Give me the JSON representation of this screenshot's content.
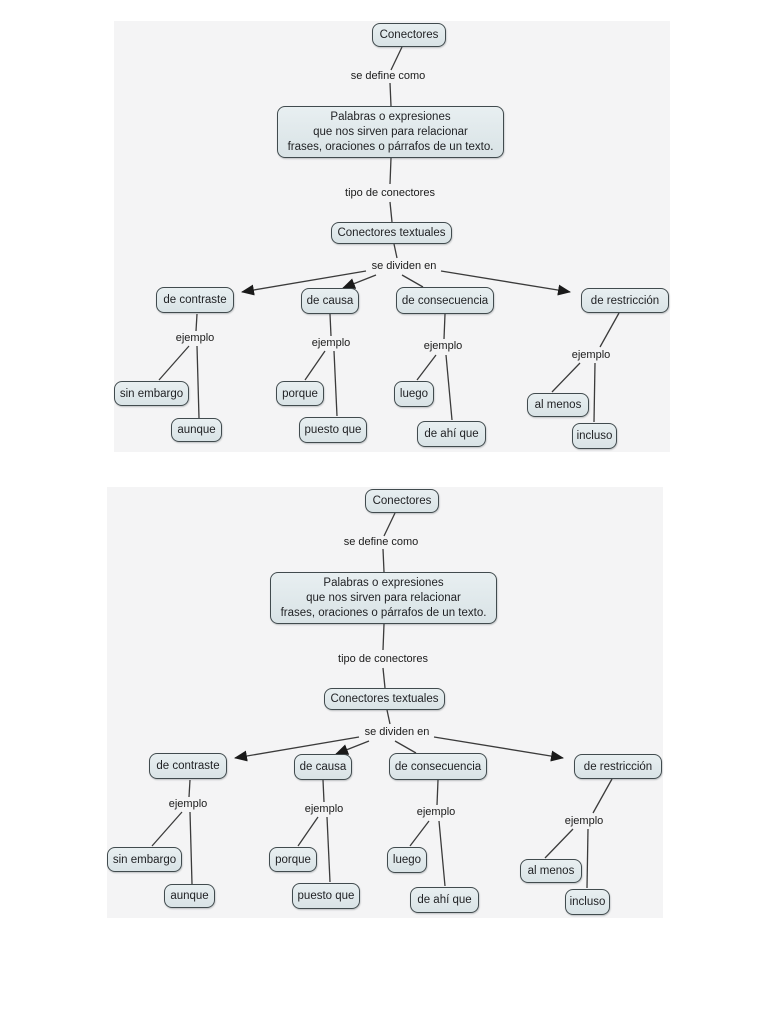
{
  "colors": {
    "page_bg": "#ffffff",
    "panel_bg": "#f4f4f5",
    "node_fill_top": "#e8eff1",
    "node_fill_bottom": "#d9e3e6",
    "node_border": "#414b4e",
    "line": "#3b3b3b",
    "text": "#1f2023"
  },
  "concept_map": {
    "nodes": {
      "conectores": "Conectores",
      "conectores_textuales": "Conectores textuales",
      "de_contraste": "de contraste",
      "de_causa": "de causa",
      "de_consecuencia": "de consecuencia",
      "de_restriccion": "de restricción",
      "sin_embargo": "sin embargo",
      "aunque": "aunque",
      "porque": "porque",
      "puesto_que": "puesto que",
      "luego": "luego",
      "de_ahi_que": "de ahí que",
      "al_menos": "al menos",
      "incluso": "incluso"
    },
    "definition_lines": {
      "l1": "Palabras o expresiones",
      "l2": "que nos sirven para relacionar",
      "l3": "frases, oraciones o párrafos de un texto."
    },
    "link_labels": {
      "define": "se define como",
      "tipo": "tipo de conectores",
      "divide": "se dividen en",
      "ejemplo": "ejemplo"
    }
  }
}
